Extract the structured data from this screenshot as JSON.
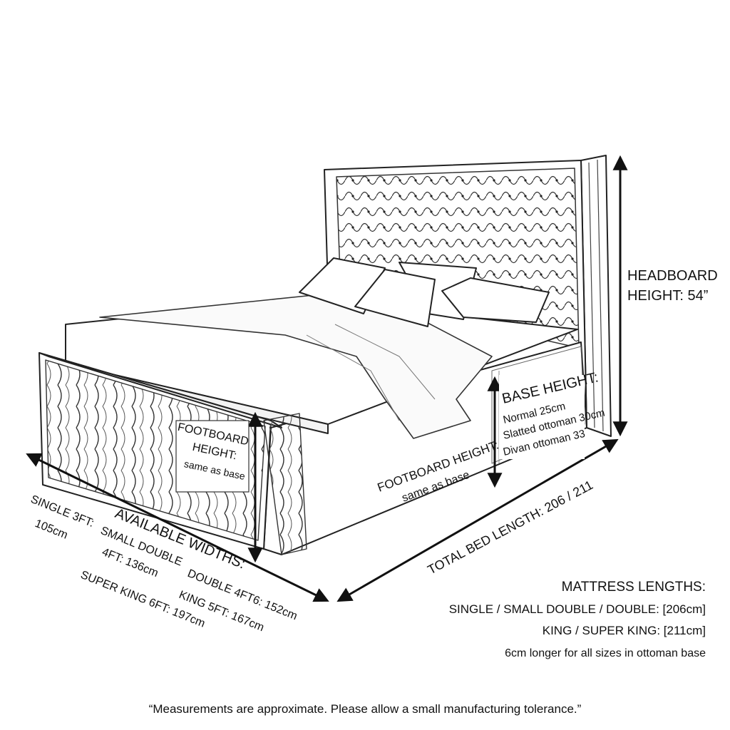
{
  "headboard_label": {
    "line1": "HEADBOARD",
    "line2": "HEIGHT: 54”"
  },
  "base_height": {
    "title": "BASE HEIGHT:",
    "normal": "Normal 25cm",
    "slatted": "Slatted ottoman 30cm",
    "divan": "Divan ottoman 33"
  },
  "footboard_front": {
    "line1": "FOOTBOARD",
    "line2": "HEIGHT:",
    "line3": "same as base"
  },
  "footboard_side": {
    "line1": "FOOTBOARD HEIGHT:",
    "line2": "same as base"
  },
  "total_length": "TOTAL BED LENGTH: 206 / 211",
  "widths": {
    "title": "AVAILABLE WIDTHS:",
    "single_a": "SINGLE 3FT:",
    "single_b": "105cm",
    "small_double_a": "SMALL DOUBLE",
    "small_double_b": "4FT: 136cm",
    "double": "DOUBLE 4FT6: 152cm",
    "king": "KING 5FT:  167cm",
    "super_king": "SUPER KING 6FT: 197cm"
  },
  "mattress": {
    "title": "MATTRESS LENGTHS:",
    "line1": "SINGLE / SMALL DOUBLE / DOUBLE: [206cm]",
    "line2": "KING / SUPER KING: [211cm]",
    "line3": "6cm longer for all sizes in ottoman base"
  },
  "disclaimer": "“Measurements are approximate. Please allow a small manufacturing tolerance.”"
}
